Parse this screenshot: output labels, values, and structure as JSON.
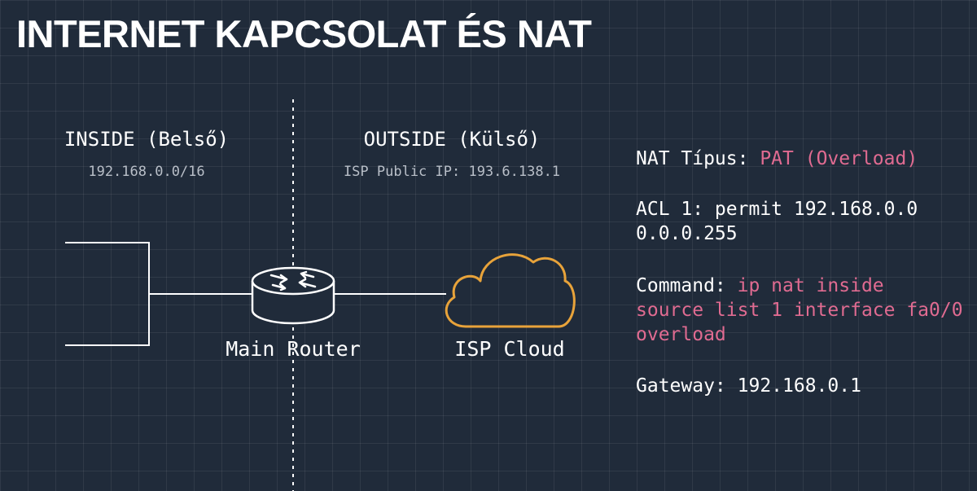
{
  "title": "INTERNET KAPCSOLAT ÉS NAT",
  "inside": {
    "label": "INSIDE (Belső)",
    "network": "192.168.0.0/16"
  },
  "outside": {
    "label": "OUTSIDE (Külső)",
    "network": "ISP Public IP: 193.6.138.1"
  },
  "nodes": {
    "router": {
      "label": "Main Router",
      "icon": "router-icon"
    },
    "cloud": {
      "label": "ISP Cloud",
      "icon": "cloud-icon",
      "color": "#e8a33a"
    }
  },
  "info": {
    "nat_type_label": "NAT Típus: ",
    "nat_type_value": "PAT (Overload)",
    "acl_line1": "ACL 1: permit 192.168.0.0",
    "acl_line2": "0.0.0.255",
    "command_label": "Command: ",
    "command_line1": "ip nat inside",
    "command_line2": "source list 1 interface fa0/0",
    "command_line3": "overload",
    "gateway": "Gateway: 192.168.0.1"
  },
  "colors": {
    "background": "#202b3a",
    "highlight": "#e06b91",
    "cloud": "#e8a33a"
  }
}
